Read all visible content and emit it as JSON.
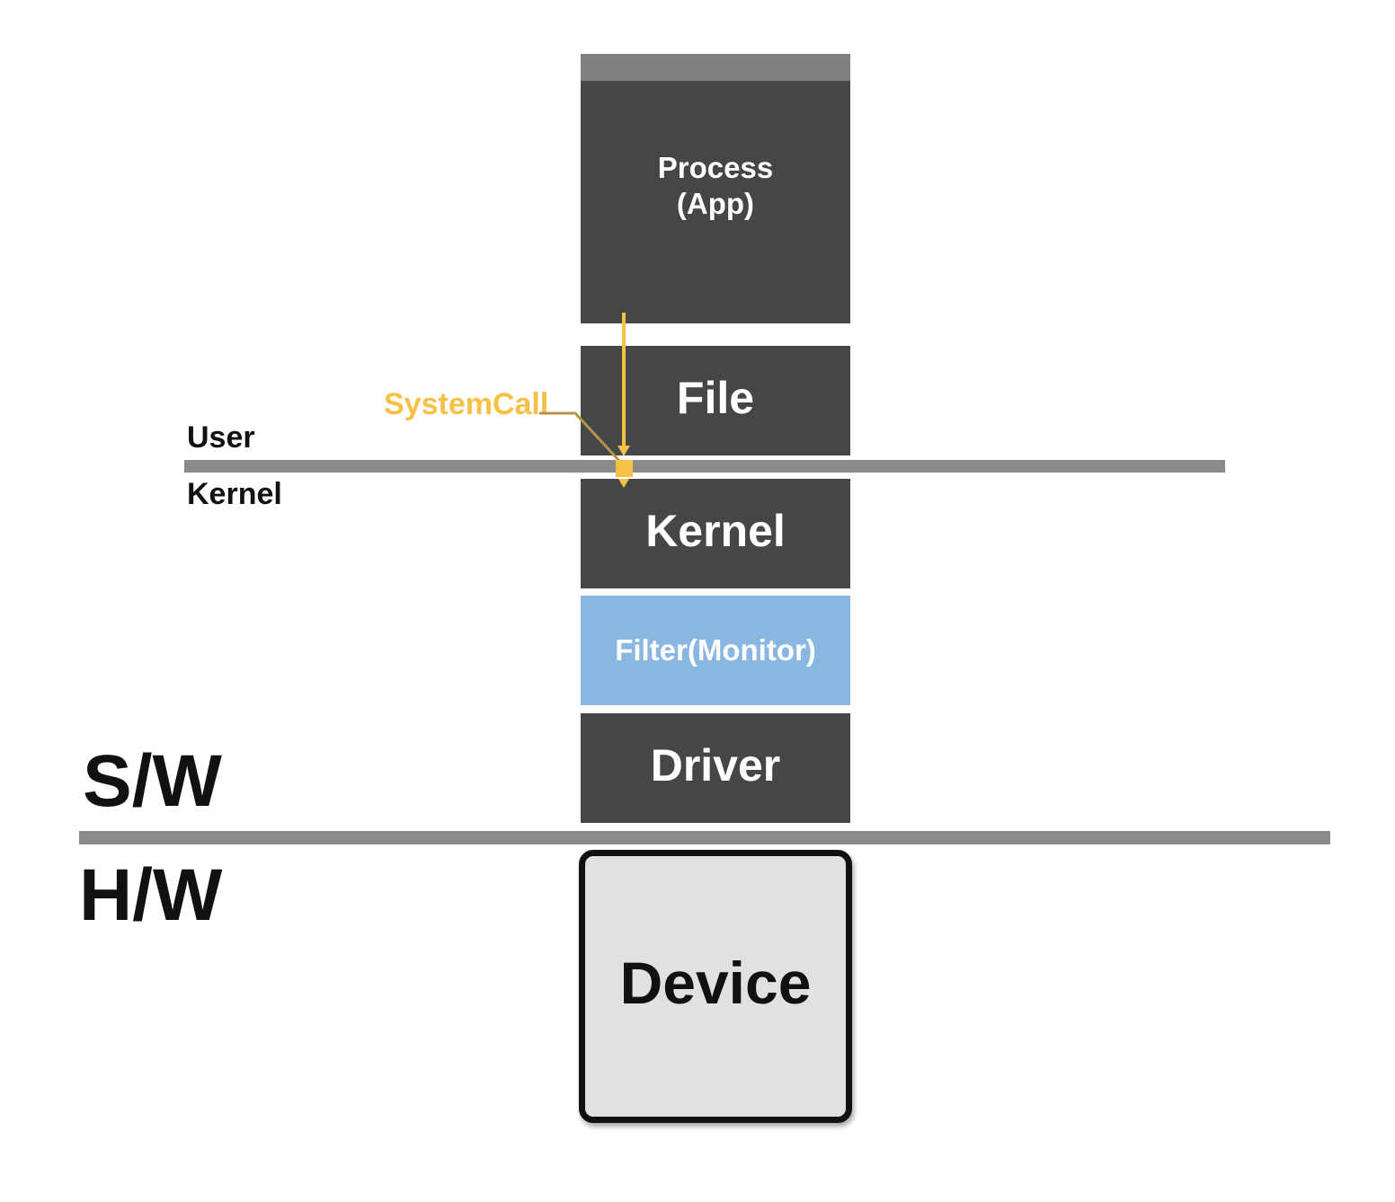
{
  "layers": {
    "process_line1": "Process",
    "process_line2": "(App)",
    "file": "File",
    "kernel": "Kernel",
    "filter": "Filter(Monitor)",
    "driver": "Driver",
    "device": "Device"
  },
  "boundaries": {
    "user": "User",
    "kernel": "Kernel",
    "software": "S/W",
    "hardware": "H/W"
  },
  "annotation": {
    "system_call": "SystemCall"
  },
  "colors": {
    "block": "#454646",
    "block_header": "#808080",
    "filter": "#89b7e2",
    "divider": "#8a8a8a",
    "system_call": "#f6c146",
    "device_fill": "#e0e1e0"
  }
}
